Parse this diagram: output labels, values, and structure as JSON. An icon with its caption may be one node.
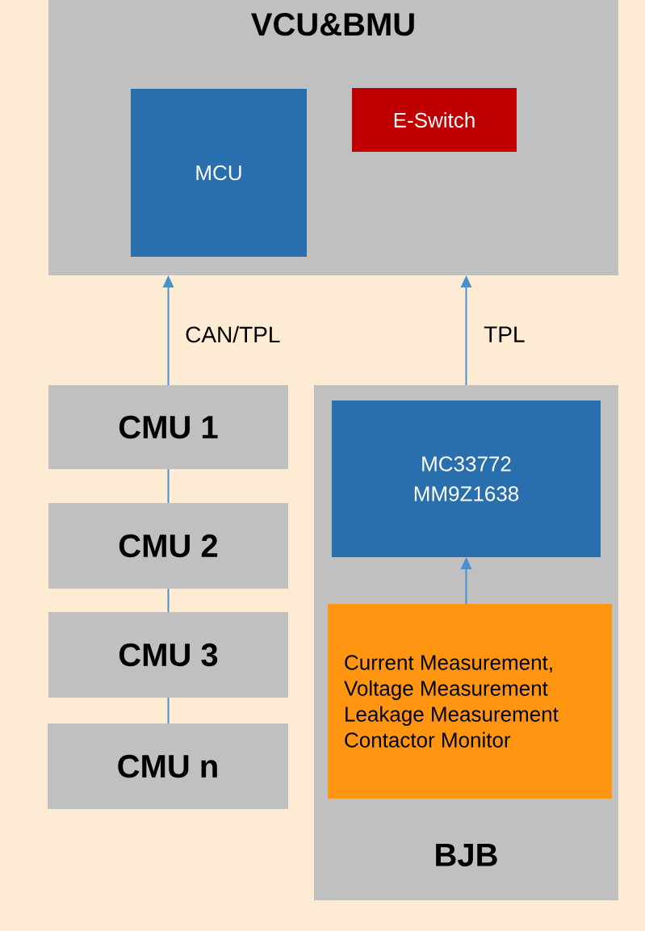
{
  "diagram": {
    "nodes": [
      {
        "text": [
          "VCU&BMU"
        ]
      },
      {
        "text": [
          "MCU"
        ],
        "in": 0
      },
      {
        "text": [
          "E-Switch"
        ],
        "in": 0
      },
      {
        "text": [
          "CMU 1"
        ]
      },
      {
        "text": [
          "CMU 2"
        ]
      },
      {
        "text": [
          "CMU 3"
        ]
      },
      {
        "text": [
          "CMU n"
        ]
      },
      {
        "text": [
          "BJB"
        ]
      },
      {
        "text": [
          "MC33772 MM9Z1638"
        ],
        "in": 7
      },
      {
        "text": [
          "Current Measurement,",
          "Voltage Measurement",
          "Leakage Measurement",
          "Contactor Monitor"
        ],
        "in": 7
      }
    ],
    "edges": [
      {
        "from": 3,
        "to": 0,
        "arrow": "to",
        "label": "CAN/TPL"
      },
      {
        "from": 7,
        "to": 0,
        "arrow": "to",
        "label": "TPL"
      },
      {
        "from": 9,
        "to": 8,
        "arrow": "to"
      },
      {
        "from": 4,
        "to": 3,
        "arrow": "none"
      },
      {
        "from": 5,
        "to": 4,
        "arrow": "none"
      },
      {
        "from": 6,
        "to": 5,
        "arrow": "none"
      }
    ]
  }
}
